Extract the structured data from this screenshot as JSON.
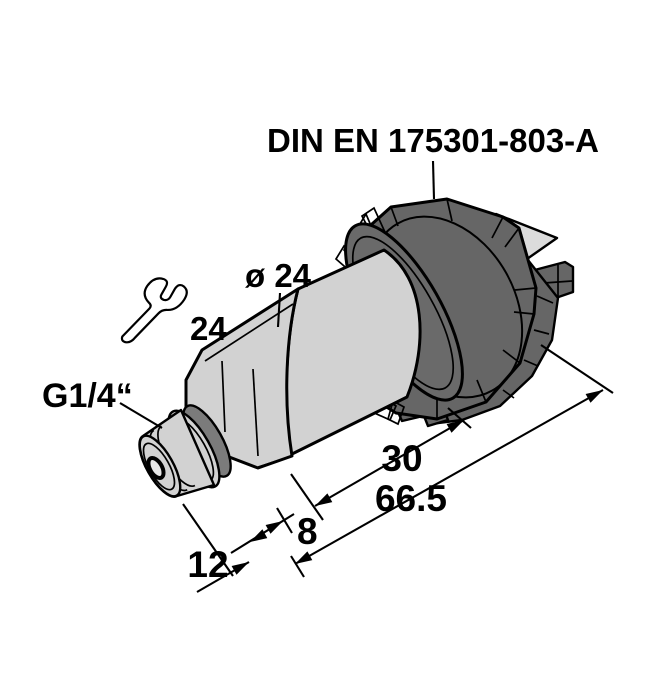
{
  "drawing": {
    "type": "technical-dimensional-drawing",
    "subject": "pressure transmitter with male thread process connection and valve connector",
    "labels": {
      "connector_standard": "DIN EN 175301-803-A",
      "body_diameter": "ø 24",
      "wrench_size": "24",
      "process_connection": "G1/4“"
    },
    "dimensions": {
      "thread_length": "8",
      "port_length": "12",
      "connector_section_length": "30",
      "overall_length": "66.5"
    },
    "colors": {
      "background": "#ffffff",
      "line": "#000000",
      "body_fill": "#d2d2d2",
      "connector_fill": "#666666",
      "connector_ring_fill": "#6a6a6a",
      "connector_recess": "#585858",
      "seal_ring": "#7b7b7b",
      "terminal_fill": "#dcdcdc",
      "terminal_edge": "#bbbbbb",
      "port_hole": "#e6e6e6"
    }
  }
}
